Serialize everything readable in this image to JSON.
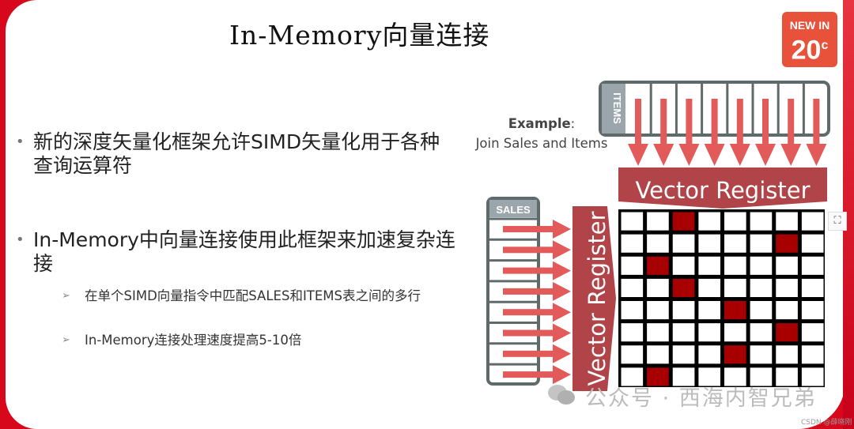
{
  "title": "In-Memory向量连接",
  "bullets": [
    {
      "text": "新的深度矢量化框架允许SIMD矢量化用于各种查询运算符"
    },
    {
      "text": "In-Memory中向量连接使用此框架来加速复杂连接",
      "sub": [
        {
          "text": "在单个SIMD向量指令中匹配SALES和ITEMS表之间的多行"
        },
        {
          "text": "In-Memory连接处理速度提高5-10倍"
        }
      ]
    }
  ],
  "badge": {
    "line1": "NEW IN",
    "version": "20",
    "suffix": "c"
  },
  "example": {
    "label": "Example",
    "colon": ":",
    "text": "Join Sales and Items"
  },
  "diagram": {
    "items_label": "ITEMS",
    "sales_label": "SALES",
    "register_label": "Vector Register",
    "grid_size": 8,
    "matches": [
      [
        0,
        2
      ],
      [
        1,
        6
      ],
      [
        2,
        1
      ],
      [
        3,
        2
      ],
      [
        4,
        4
      ],
      [
        5,
        6
      ],
      [
        6,
        4
      ],
      [
        7,
        1
      ]
    ],
    "colors": {
      "arrow": "#e25a5a",
      "register": "#b04448",
      "match": "#a80000",
      "table": "#5f6b6b",
      "table_header": "#9aa6ab"
    }
  },
  "watermark": "公众号 · 西海内智兄弟",
  "credit": "CSDN @薛晓刚",
  "scan_icon": "⛶"
}
